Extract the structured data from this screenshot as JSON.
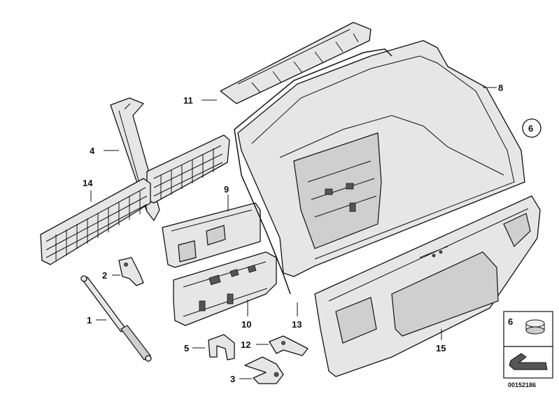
{
  "callouts": [
    {
      "id": "1",
      "text": "1"
    },
    {
      "id": "2",
      "text": "2"
    },
    {
      "id": "3",
      "text": "3"
    },
    {
      "id": "4",
      "text": "4"
    },
    {
      "id": "5",
      "text": "5"
    },
    {
      "id": "6",
      "text": "6"
    },
    {
      "id": "8",
      "text": "8"
    },
    {
      "id": "9",
      "text": "9"
    },
    {
      "id": "10",
      "text": "10"
    },
    {
      "id": "11",
      "text": "11"
    },
    {
      "id": "12",
      "text": "12"
    },
    {
      "id": "13",
      "text": "13"
    },
    {
      "id": "14",
      "text": "14"
    },
    {
      "id": "15",
      "text": "15"
    }
  ],
  "inset": {
    "part_number": "6",
    "document_number": "00152186"
  }
}
